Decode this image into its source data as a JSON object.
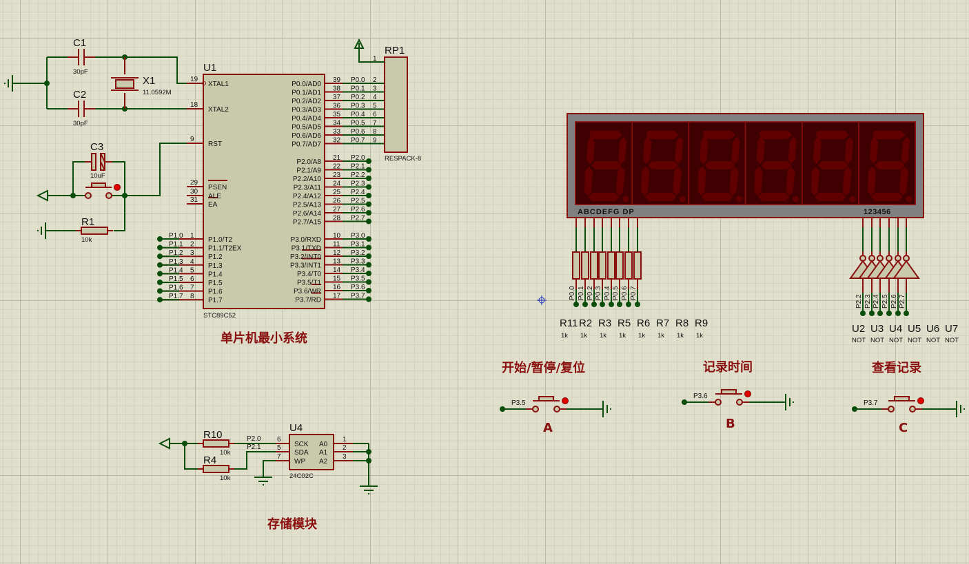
{
  "colors": {
    "wire": "#0b4d0b",
    "component": "#8a1010",
    "body": "#c9c9ab",
    "background": "#dfdfcc",
    "display_bg": "#3e0000",
    "display_seg": "#600000"
  },
  "u1": {
    "ref": "U1",
    "part": "STC89C52",
    "left_pins": [
      {
        "num": "19",
        "name": "XTAL1"
      },
      {
        "num": "18",
        "name": "XTAL2"
      },
      {
        "num": "9",
        "name": "RST"
      },
      {
        "num": "29",
        "name": "PSEN"
      },
      {
        "num": "30",
        "name": "ALE"
      },
      {
        "num": "31",
        "name": "EA"
      }
    ],
    "p1_pins": [
      {
        "num": "1",
        "name": "P1.0/T2",
        "net": "P1.0"
      },
      {
        "num": "2",
        "name": "P1.1/T2EX",
        "net": "P1.1"
      },
      {
        "num": "3",
        "name": "P1.2",
        "net": "P1.2"
      },
      {
        "num": "4",
        "name": "P1.3",
        "net": "P1.3"
      },
      {
        "num": "5",
        "name": "P1.4",
        "net": "P1.4"
      },
      {
        "num": "6",
        "name": "P1.5",
        "net": "P1.5"
      },
      {
        "num": "7",
        "name": "P1.6",
        "net": "P1.6"
      },
      {
        "num": "8",
        "name": "P1.7",
        "net": "P1.7"
      }
    ],
    "p0_pins": [
      {
        "num": "39",
        "name": "P0.0/AD0",
        "net": "P0.0"
      },
      {
        "num": "38",
        "name": "P0.1/AD1",
        "net": "P0.1"
      },
      {
        "num": "37",
        "name": "P0.2/AD2",
        "net": "P0.2"
      },
      {
        "num": "36",
        "name": "P0.3/AD3",
        "net": "P0.3"
      },
      {
        "num": "35",
        "name": "P0.4/AD4",
        "net": "P0.4"
      },
      {
        "num": "34",
        "name": "P0.5/AD5",
        "net": "P0.5"
      },
      {
        "num": "33",
        "name": "P0.6/AD6",
        "net": "P0.6"
      },
      {
        "num": "32",
        "name": "P0.7/AD7",
        "net": "P0.7"
      }
    ],
    "p2_pins": [
      {
        "num": "21",
        "name": "P2.0/A8",
        "net": "P2.0"
      },
      {
        "num": "22",
        "name": "P2.1/A9",
        "net": "P2.1"
      },
      {
        "num": "23",
        "name": "P2.2/A10",
        "net": "P2.2"
      },
      {
        "num": "24",
        "name": "P2.3/A11",
        "net": "P2.3"
      },
      {
        "num": "25",
        "name": "P2.4/A12",
        "net": "P2.4"
      },
      {
        "num": "26",
        "name": "P2.5/A13",
        "net": "P2.5"
      },
      {
        "num": "27",
        "name": "P2.6/A14",
        "net": "P2.6"
      },
      {
        "num": "28",
        "name": "P2.7/A15",
        "net": "P2.7"
      }
    ],
    "p3_pins": [
      {
        "num": "10",
        "name": "P3.0/RXD",
        "net": "P3.0"
      },
      {
        "num": "11",
        "name": "P3.1/TXD",
        "net": "P3.1"
      },
      {
        "num": "12",
        "name": "P3.2/INT0",
        "net": "P3.2"
      },
      {
        "num": "13",
        "name": "P3.3/INT1",
        "net": "P3.3"
      },
      {
        "num": "14",
        "name": "P3.4/T0",
        "net": "P3.4"
      },
      {
        "num": "15",
        "name": "P3.5/T1",
        "net": "P3.5"
      },
      {
        "num": "16",
        "name": "P3.6/WR",
        "net": "P3.6"
      },
      {
        "num": "17",
        "name": "P3.7/RD",
        "net": "P3.7"
      }
    ]
  },
  "c1": {
    "ref": "C1",
    "value": "30pF"
  },
  "c2": {
    "ref": "C2",
    "value": "30pF"
  },
  "c3": {
    "ref": "C3",
    "value": "10uF"
  },
  "x1": {
    "ref": "X1",
    "value": "11.0592M"
  },
  "r1": {
    "ref": "R1",
    "value": "10k"
  },
  "rp1": {
    "ref": "RP1",
    "part": "RESPACK-8",
    "pins": [
      "1",
      "2",
      "3",
      "4",
      "5",
      "6",
      "7",
      "8",
      "9"
    ]
  },
  "display": {
    "segment_label": "ABCDEFG DP",
    "digit_label": "123456",
    "digits": 6
  },
  "seg_resistors": {
    "refs": [
      "R11",
      "R2",
      "R3",
      "R5",
      "R6",
      "R7",
      "R8",
      "R9"
    ],
    "value": "1k",
    "nets": [
      "P0.0",
      "P0.1",
      "P0.2",
      "P0.3",
      "P0.4",
      "P0.5",
      "P0.6",
      "P0.7"
    ]
  },
  "inverters": {
    "refs": [
      "U2",
      "U3",
      "U4",
      "U5",
      "U6",
      "U7"
    ],
    "part": "NOT",
    "nets": [
      "P2.2",
      "P2.3",
      "P2.4",
      "P2.5",
      "P2.6",
      "P2.7"
    ]
  },
  "u4": {
    "ref": "U4",
    "part": "24C02C",
    "left_pins": [
      {
        "num": "6",
        "name": "SCK",
        "net": "P2.0"
      },
      {
        "num": "5",
        "name": "SDA",
        "net": "P2.1"
      },
      {
        "num": "7",
        "name": "WP",
        "net": ""
      }
    ],
    "right_pins": [
      {
        "num": "1",
        "name": "A0"
      },
      {
        "num": "2",
        "name": "A1"
      },
      {
        "num": "3",
        "name": "A2"
      }
    ]
  },
  "r10": {
    "ref": "R10",
    "value": "10k"
  },
  "r4": {
    "ref": "R4",
    "value": "10k"
  },
  "titles": {
    "mcu": "单片机最小系统",
    "storage": "存储模块",
    "btn_a": "开始/暂停/复位",
    "btn_b": "记录时间",
    "btn_c": "查看记录"
  },
  "buttons": [
    {
      "net": "P3.5",
      "label": "A"
    },
    {
      "net": "P3.6",
      "label": "B"
    },
    {
      "net": "P3.7",
      "label": "C"
    }
  ]
}
